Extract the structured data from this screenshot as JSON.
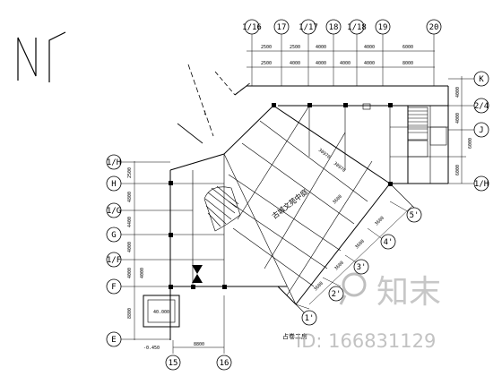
{
  "drawing": {
    "room_label": "古城文苑中庭",
    "bottom_label": "占卷二房",
    "elevation_label": "40.000",
    "level_label": "-0.450",
    "section_marker": "1"
  },
  "top_axes": {
    "labels": [
      "1/16",
      "17",
      "1/17",
      "18",
      "1/18",
      "19",
      "20"
    ],
    "dims_row1": [
      "2500",
      "2500",
      "4000",
      "4000",
      "6000"
    ],
    "dims_row2": [
      "2500",
      "4000",
      "4000",
      "4000",
      "4000",
      "8000"
    ]
  },
  "right_axes": {
    "labels": [
      "K",
      "2/4",
      "J",
      "1/H"
    ],
    "dims": [
      "4000",
      "4000",
      "6000",
      "6000"
    ]
  },
  "left_axes": {
    "labels": [
      "1/H",
      "H",
      "1/G",
      "G",
      "1/F",
      "F",
      "E"
    ],
    "dims": [
      "2500",
      "4800",
      "4400",
      "4000",
      "4000",
      "4000",
      "8800"
    ]
  },
  "bottom_axes": {
    "labels": [
      "15",
      "16"
    ],
    "dims": [
      "8800"
    ]
  },
  "diagonal_axes": {
    "labels": [
      "1'",
      "2'",
      "3'",
      "4'",
      "5'"
    ],
    "dims": [
      "3600",
      "3600",
      "3600",
      "3600",
      "3600",
      "30970",
      "30970"
    ]
  },
  "watermark": {
    "logo_text": "知末",
    "id_text": "ID: 166831129"
  }
}
